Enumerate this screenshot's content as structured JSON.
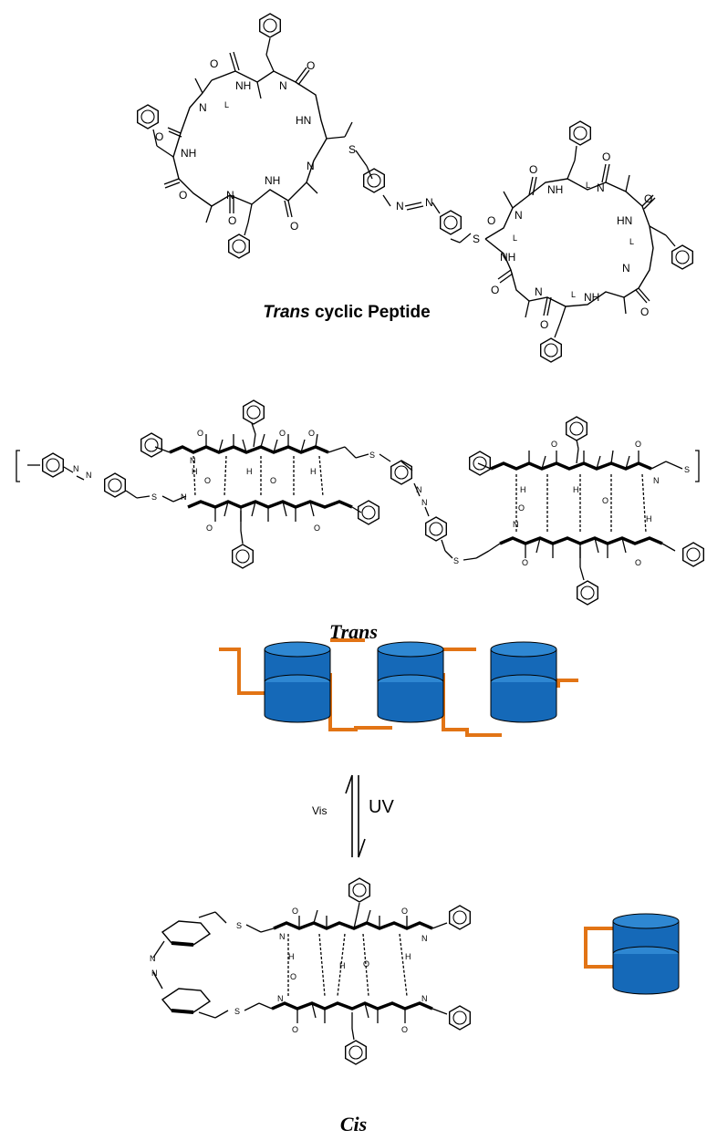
{
  "top_title_italic": "Trans",
  "top_title_rest": " cyclic Peptide",
  "label_trans": "Trans",
  "label_cis": "Cis",
  "arrow_left_label": "Vis",
  "arrow_right_label": "UV",
  "atom_letters": {
    "nh": "NH",
    "hn": "HN",
    "n": "N",
    "o": "O",
    "s": "S",
    "h": "H",
    "l": "L"
  },
  "colors": {
    "cylinder_blue": "#1569b8",
    "cylinder_top": "#2e87d2",
    "linker_orange": "#e27415",
    "ink": "#000000"
  }
}
